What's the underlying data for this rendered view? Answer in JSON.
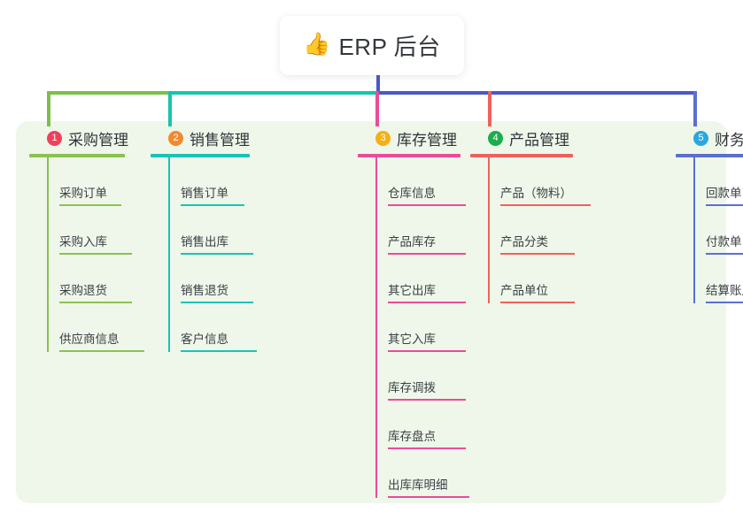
{
  "title": {
    "icon": "thumbs-up-icon",
    "icon_glyph": "👍",
    "text": "ERP 后台"
  },
  "panel": {
    "background_color": "#eff7ea"
  },
  "connectors": {
    "stem_color": "#4a59c4",
    "bus_segments": [
      {
        "name": "bus-green",
        "color": "#7cc04a"
      },
      {
        "name": "bus-teal",
        "color": "#17c4ae"
      },
      {
        "name": "bus-blue",
        "color": "#4a59c4"
      }
    ],
    "drops": [
      {
        "name": "drop-purchase",
        "color": "#7cc04a"
      },
      {
        "name": "drop-sales",
        "color": "#17c4ae"
      },
      {
        "name": "drop-inventory",
        "color": "#ec4b99"
      },
      {
        "name": "drop-product",
        "color": "#f2605c"
      },
      {
        "name": "drop-finance",
        "color": "#5b6fd0"
      }
    ]
  },
  "columns": [
    {
      "key": "purchase",
      "number": "1",
      "label": "采购管理",
      "badge_color": "#f0415a",
      "accent_color": "#8cc152",
      "rule_width": 108,
      "items": [
        {
          "label": "采购订单",
          "rule_width": 70
        },
        {
          "label": "采购入库",
          "rule_width": 82
        },
        {
          "label": "采购退货",
          "rule_width": 82
        },
        {
          "label": "供应商信息",
          "rule_width": 96
        }
      ]
    },
    {
      "key": "sales",
      "number": "2",
      "label": "销售管理",
      "badge_color": "#f2892e",
      "accent_color": "#17c4b5",
      "rule_width": 112,
      "items": [
        {
          "label": "销售订单",
          "rule_width": 72
        },
        {
          "label": "销售出库",
          "rule_width": 82
        },
        {
          "label": "销售退货",
          "rule_width": 82
        },
        {
          "label": "客户信息",
          "rule_width": 86
        }
      ]
    },
    {
      "key": "inventory",
      "number": "3",
      "label": "库存管理",
      "badge_color": "#f5b014",
      "accent_color": "#ec4b99",
      "rule_width": 116,
      "items": [
        {
          "label": "仓库信息",
          "rule_width": 88
        },
        {
          "label": "产品库存",
          "rule_width": 88
        },
        {
          "label": "其它出库",
          "rule_width": 88
        },
        {
          "label": "其它入库",
          "rule_width": 88
        },
        {
          "label": "库存调拨",
          "rule_width": 88
        },
        {
          "label": "库存盘点",
          "rule_width": 88
        },
        {
          "label": "出库库明细",
          "rule_width": 92
        }
      ]
    },
    {
      "key": "product",
      "number": "4",
      "label": "产品管理",
      "badge_color": "#1bad4e",
      "accent_color": "#f2605c",
      "rule_width": 116,
      "items": [
        {
          "label": "产品（物料）",
          "rule_width": 102
        },
        {
          "label": "产品分类",
          "rule_width": 84
        },
        {
          "label": "产品单位",
          "rule_width": 84
        }
      ]
    },
    {
      "key": "finance",
      "number": "5",
      "label": "财务管理",
      "badge_color": "#2aa7e0",
      "accent_color": "#5b6fd0",
      "rule_width": 112,
      "items": [
        {
          "label": "回款单",
          "rule_width": 74
        },
        {
          "label": "付款单",
          "rule_width": 76
        },
        {
          "label": "结算账户",
          "rule_width": 80
        }
      ]
    }
  ]
}
